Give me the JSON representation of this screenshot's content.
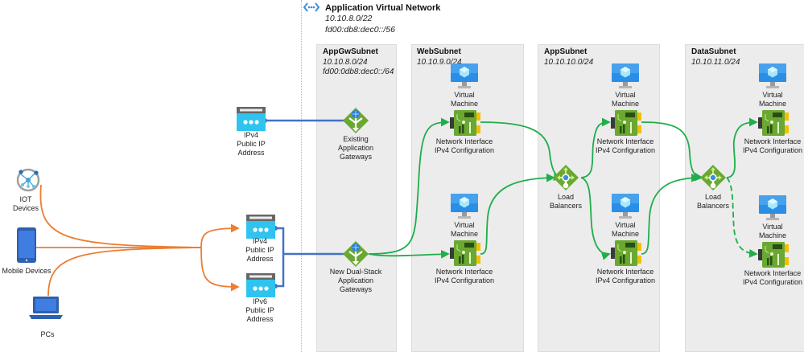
{
  "vnet": {
    "icon": "virtual-network-icon",
    "title": "Application Virtual Network",
    "ipv4_cidr": "10.10.8.0/22",
    "ipv6_cidr": "fd00:db8:dec0::/56"
  },
  "subnets": [
    {
      "name": "AppGwSubnet",
      "ipv4_cidr": "10.10.8.0/24",
      "ipv6_cidr": "fd00:0db8:dec0::/64"
    },
    {
      "name": "WebSubnet",
      "ipv4_cidr": "10.10.9.0/24"
    },
    {
      "name": "AppSubnet",
      "ipv4_cidr": "10.10.10.0/24"
    },
    {
      "name": "DataSubnet",
      "ipv4_cidr": "10.10.11.0/24"
    }
  ],
  "clients": {
    "iot": {
      "line1": "IOT",
      "line2": "Devices",
      "icon": "iot-devices-icon"
    },
    "mobile": {
      "label": "Mobile Devices",
      "icon": "mobile-device-icon"
    },
    "pcs": {
      "label": "PCs",
      "icon": "laptop-icon"
    }
  },
  "public_ips": {
    "existing_ipv4": {
      "line1": "IPv4",
      "line2": "Public IP",
      "line3": "Address",
      "icon": "public-ip-icon"
    },
    "new_ipv4": {
      "line1": "IPv4",
      "line2": "Public IP",
      "line3": "Address",
      "icon": "public-ip-icon"
    },
    "new_ipv6": {
      "line1": "IPv6",
      "line2": "Public IP",
      "line3": "Address",
      "icon": "public-ip-icon"
    }
  },
  "gateways": {
    "existing": {
      "line1": "Existing",
      "line2": "Application",
      "line3": "Gateways",
      "icon": "application-gateway-icon"
    },
    "new": {
      "line1": "New Dual-Stack",
      "line2": "Application",
      "line3": "Gateways",
      "icon": "application-gateway-icon"
    }
  },
  "vm": {
    "line1": "Virtual",
    "line2": "Machine",
    "icon": "virtual-machine-icon"
  },
  "nic": {
    "line1": "Network Interface",
    "line2": "IPv4 Configuration",
    "icon": "network-interface-icon"
  },
  "lb": {
    "line1": "Load",
    "line2": "Balancers",
    "icon": "load-balancer-icon"
  },
  "colors": {
    "client_links": "#ed7d31",
    "ip_links": "#4472c4",
    "internal_links": "#1fae4a",
    "panel_bg": "#ececec",
    "vnet_border": "#9cc3e6"
  }
}
